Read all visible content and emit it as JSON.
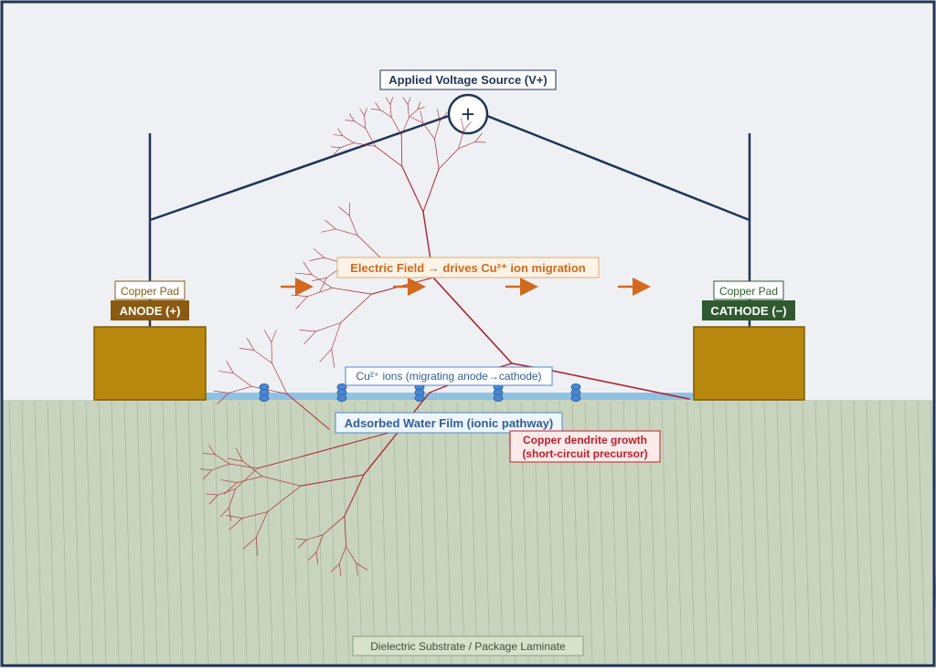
{
  "labels": {
    "voltage_source": "Applied Voltage Source (V+)",
    "voltage_symbol": "+",
    "anode_pad": "Copper Pad",
    "anode": "ANODE (+)",
    "cathode_pad": "Copper Pad",
    "cathode": "CATHODE (−)",
    "electric_field": "Electric Field →  drives Cu²⁺ ion migration",
    "ions": "Cu²⁺ ions (migrating anode→cathode)",
    "water_film": "Adsorbed Water Film (ionic pathway)",
    "dendrite_line1": "Copper dendrite growth",
    "dendrite_line2": "(short-circuit precursor)",
    "substrate": "Dielectric Substrate / Package Laminate"
  },
  "colors": {
    "background": "#eef0f4",
    "frame": "#1f3556",
    "wire": "#1f3556",
    "substrate": "#c8d4be",
    "substrate_hatch": "#aab9a6",
    "pad": "#b8890e",
    "pad_border": "#7a5a08",
    "anode_label_bg": "#8a5a10",
    "cathode_label_bg": "#2f5a30",
    "field_arrow": "#d2691e",
    "field_text": "#d2691e",
    "water": "#8fc1e3",
    "ion": "#4a86d0",
    "dendrite": "#b0202a",
    "dendrite_text": "#c0202a",
    "water_text": "#2f5f9a",
    "substrate_text": "#3d4e3a"
  }
}
